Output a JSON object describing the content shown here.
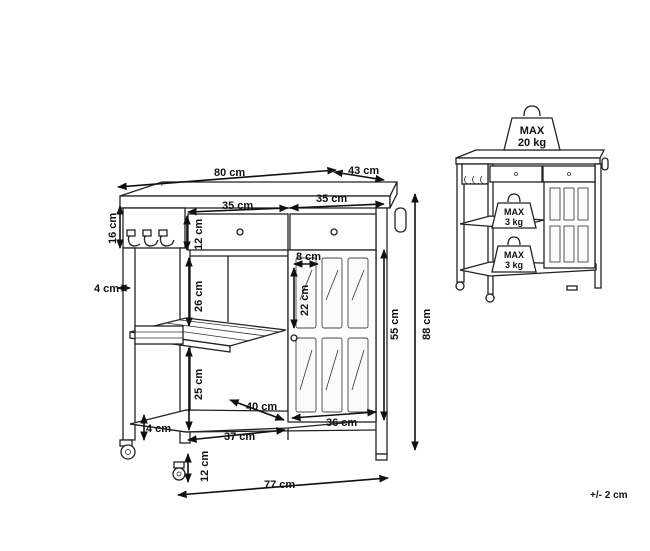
{
  "dimensions": {
    "width_top": "80 cm",
    "depth_top": "43 cm",
    "drawer_left": "35 cm",
    "drawer_right": "35 cm",
    "drawer_height": "12 cm",
    "hook_rail": "16 cm",
    "side_gap": "4 cm",
    "shelf_upper": "26 cm",
    "shelf_lower": "25 cm",
    "door_pane_width": "8 cm",
    "door_pane_height": "22 cm",
    "door_height": "55 cm",
    "total_height": "88 cm",
    "inner_depth": "40 cm",
    "bottom_left": "37 cm",
    "bottom_right": "36 cm",
    "base_gap": "4 cm",
    "wheel_height": "12 cm",
    "base_width": "77 cm"
  },
  "weights": {
    "top_label": "MAX",
    "top_value": "20 kg",
    "shelf_label": "MAX",
    "shelf_value": "3 kg",
    "bottom_label": "MAX",
    "bottom_value": "3 kg"
  },
  "tolerance": "+/- 2 cm"
}
